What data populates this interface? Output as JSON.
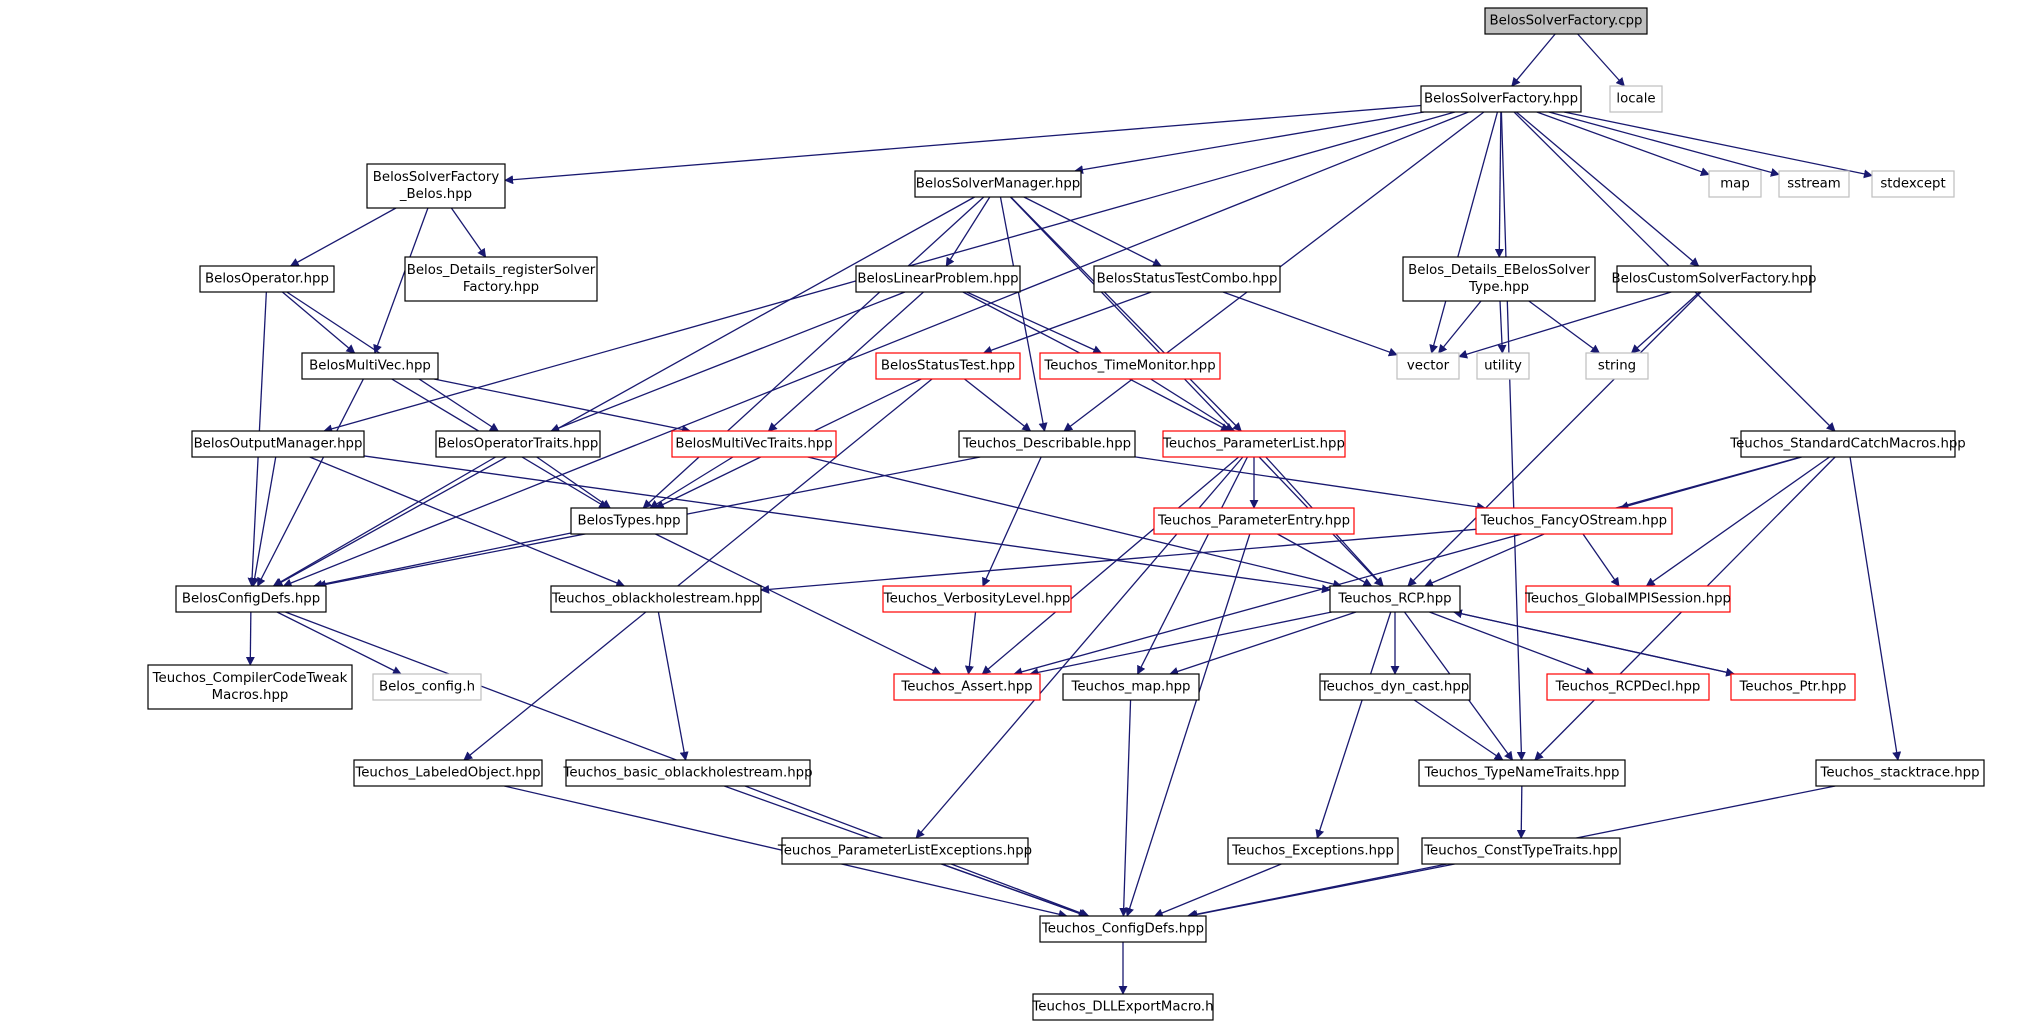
{
  "colors": {
    "edge": "#191970",
    "border_normal": "#000000",
    "border_truncated": "#ff0000",
    "border_external": "#bfbfbf",
    "fill_root": "#bfbfbf",
    "fill_default": "#ffffff"
  },
  "nodes": [
    {
      "id": "n0",
      "lines": [
        "BelosSolverFactory.cpp"
      ],
      "kind": "root"
    },
    {
      "id": "n1",
      "lines": [
        "BelosSolverFactory.hpp"
      ],
      "kind": "normal"
    },
    {
      "id": "n2",
      "lines": [
        "locale"
      ],
      "kind": "external"
    },
    {
      "id": "n3",
      "lines": [
        "BelosSolverFactory",
        "_Belos.hpp"
      ],
      "kind": "normal"
    },
    {
      "id": "n4",
      "lines": [
        "BelosSolverManager.hpp"
      ],
      "kind": "normal"
    },
    {
      "id": "n5",
      "lines": [
        "map"
      ],
      "kind": "external"
    },
    {
      "id": "n6",
      "lines": [
        "sstream"
      ],
      "kind": "external"
    },
    {
      "id": "n7",
      "lines": [
        "stdexcept"
      ],
      "kind": "external"
    },
    {
      "id": "n8",
      "lines": [
        "BelosOperator.hpp"
      ],
      "kind": "normal"
    },
    {
      "id": "n9",
      "lines": [
        "Belos_Details_registerSolver",
        "Factory.hpp"
      ],
      "kind": "normal"
    },
    {
      "id": "n10",
      "lines": [
        "BelosLinearProblem.hpp"
      ],
      "kind": "normal"
    },
    {
      "id": "n11",
      "lines": [
        "BelosStatusTestCombo.hpp"
      ],
      "kind": "normal"
    },
    {
      "id": "n12",
      "lines": [
        "Belos_Details_EBelosSolver",
        "Type.hpp"
      ],
      "kind": "normal"
    },
    {
      "id": "n13",
      "lines": [
        "BelosCustomSolverFactory.hpp"
      ],
      "kind": "normal"
    },
    {
      "id": "n14",
      "lines": [
        "BelosMultiVec.hpp"
      ],
      "kind": "normal"
    },
    {
      "id": "n15",
      "lines": [
        "BelosStatusTest.hpp"
      ],
      "kind": "truncated"
    },
    {
      "id": "n16",
      "lines": [
        "Teuchos_TimeMonitor.hpp"
      ],
      "kind": "truncated"
    },
    {
      "id": "n17",
      "lines": [
        "vector"
      ],
      "kind": "external"
    },
    {
      "id": "n18",
      "lines": [
        "utility"
      ],
      "kind": "external"
    },
    {
      "id": "n19",
      "lines": [
        "string"
      ],
      "kind": "external"
    },
    {
      "id": "n20",
      "lines": [
        "BelosOutputManager.hpp"
      ],
      "kind": "normal"
    },
    {
      "id": "n21",
      "lines": [
        "BelosOperatorTraits.hpp"
      ],
      "kind": "normal"
    },
    {
      "id": "n22",
      "lines": [
        "BelosMultiVecTraits.hpp"
      ],
      "kind": "truncated"
    },
    {
      "id": "n23",
      "lines": [
        "Teuchos_Describable.hpp"
      ],
      "kind": "normal"
    },
    {
      "id": "n24",
      "lines": [
        "Teuchos_ParameterList.hpp"
      ],
      "kind": "truncated"
    },
    {
      "id": "n25",
      "lines": [
        "Teuchos_StandardCatchMacros.hpp"
      ],
      "kind": "normal"
    },
    {
      "id": "n26",
      "lines": [
        "BelosTypes.hpp"
      ],
      "kind": "normal"
    },
    {
      "id": "n27",
      "lines": [
        "Teuchos_ParameterEntry.hpp"
      ],
      "kind": "truncated"
    },
    {
      "id": "n28",
      "lines": [
        "Teuchos_FancyOStream.hpp"
      ],
      "kind": "truncated"
    },
    {
      "id": "n29",
      "lines": [
        "BelosConfigDefs.hpp"
      ],
      "kind": "normal"
    },
    {
      "id": "n30",
      "lines": [
        "Teuchos_oblackholestream.hpp"
      ],
      "kind": "normal"
    },
    {
      "id": "n31",
      "lines": [
        "Teuchos_VerbosityLevel.hpp"
      ],
      "kind": "truncated"
    },
    {
      "id": "n32",
      "lines": [
        "Teuchos_RCP.hpp"
      ],
      "kind": "normal"
    },
    {
      "id": "n33",
      "lines": [
        "Teuchos_GlobalMPISession.hpp"
      ],
      "kind": "truncated"
    },
    {
      "id": "n34",
      "lines": [
        "Teuchos_CompilerCodeTweak",
        "Macros.hpp"
      ],
      "kind": "normal"
    },
    {
      "id": "n35",
      "lines": [
        "Belos_config.h"
      ],
      "kind": "external"
    },
    {
      "id": "n36",
      "lines": [
        "Teuchos_Assert.hpp"
      ],
      "kind": "truncated"
    },
    {
      "id": "n37",
      "lines": [
        "Teuchos_map.hpp"
      ],
      "kind": "normal"
    },
    {
      "id": "n38",
      "lines": [
        "Teuchos_dyn_cast.hpp"
      ],
      "kind": "normal"
    },
    {
      "id": "n39",
      "lines": [
        "Teuchos_RCPDecl.hpp"
      ],
      "kind": "truncated"
    },
    {
      "id": "n40",
      "lines": [
        "Teuchos_Ptr.hpp"
      ],
      "kind": "truncated"
    },
    {
      "id": "n41",
      "lines": [
        "Teuchos_LabeledObject.hpp"
      ],
      "kind": "normal"
    },
    {
      "id": "n42",
      "lines": [
        "Teuchos_basic_oblackholestream.hpp"
      ],
      "kind": "normal"
    },
    {
      "id": "n43",
      "lines": [
        "Teuchos_TypeNameTraits.hpp"
      ],
      "kind": "normal"
    },
    {
      "id": "n44",
      "lines": [
        "Teuchos_stacktrace.hpp"
      ],
      "kind": "normal"
    },
    {
      "id": "n45",
      "lines": [
        "Teuchos_ParameterListExceptions.hpp"
      ],
      "kind": "normal"
    },
    {
      "id": "n46",
      "lines": [
        "Teuchos_Exceptions.hpp"
      ],
      "kind": "normal"
    },
    {
      "id": "n47",
      "lines": [
        "Teuchos_ConstTypeTraits.hpp"
      ],
      "kind": "normal"
    },
    {
      "id": "n48",
      "lines": [
        "Teuchos_ConfigDefs.hpp"
      ],
      "kind": "normal"
    },
    {
      "id": "n49",
      "lines": [
        "Teuchos_DLLExportMacro.h"
      ],
      "kind": "normal"
    }
  ],
  "edges": [
    [
      "n0",
      "n1"
    ],
    [
      "n0",
      "n2"
    ],
    [
      "n1",
      "n3"
    ],
    [
      "n1",
      "n4"
    ],
    [
      "n1",
      "n5"
    ],
    [
      "n1",
      "n6"
    ],
    [
      "n1",
      "n7"
    ],
    [
      "n1",
      "n12"
    ],
    [
      "n1",
      "n13"
    ],
    [
      "n1",
      "n17"
    ],
    [
      "n1",
      "n20"
    ],
    [
      "n1",
      "n23"
    ],
    [
      "n1",
      "n25"
    ],
    [
      "n1",
      "n29"
    ],
    [
      "n1",
      "n43"
    ],
    [
      "n3",
      "n8"
    ],
    [
      "n3",
      "n9"
    ],
    [
      "n3",
      "n14"
    ],
    [
      "n4",
      "n10"
    ],
    [
      "n4",
      "n11"
    ],
    [
      "n4",
      "n23"
    ],
    [
      "n4",
      "n24"
    ],
    [
      "n4",
      "n26"
    ],
    [
      "n4",
      "n29"
    ],
    [
      "n4",
      "n32"
    ],
    [
      "n8",
      "n14"
    ],
    [
      "n8",
      "n21"
    ],
    [
      "n8",
      "n29"
    ],
    [
      "n10",
      "n21"
    ],
    [
      "n10",
      "n22"
    ],
    [
      "n10",
      "n24"
    ],
    [
      "n10",
      "n16"
    ],
    [
      "n11",
      "n15"
    ],
    [
      "n11",
      "n17"
    ],
    [
      "n12",
      "n17"
    ],
    [
      "n12",
      "n18"
    ],
    [
      "n12",
      "n19"
    ],
    [
      "n13",
      "n17"
    ],
    [
      "n13",
      "n19"
    ],
    [
      "n13",
      "n32"
    ],
    [
      "n14",
      "n22"
    ],
    [
      "n14",
      "n26"
    ],
    [
      "n14",
      "n29"
    ],
    [
      "n15",
      "n23"
    ],
    [
      "n15",
      "n26"
    ],
    [
      "n15",
      "n41"
    ],
    [
      "n16",
      "n24"
    ],
    [
      "n20",
      "n29"
    ],
    [
      "n20",
      "n30"
    ],
    [
      "n20",
      "n32"
    ],
    [
      "n21",
      "n26"
    ],
    [
      "n21",
      "n29"
    ],
    [
      "n22",
      "n26"
    ],
    [
      "n22",
      "n32"
    ],
    [
      "n23",
      "n28"
    ],
    [
      "n23",
      "n29"
    ],
    [
      "n23",
      "n31"
    ],
    [
      "n24",
      "n27"
    ],
    [
      "n24",
      "n32"
    ],
    [
      "n24",
      "n36"
    ],
    [
      "n24",
      "n37"
    ],
    [
      "n24",
      "n45"
    ],
    [
      "n25",
      "n28"
    ],
    [
      "n25",
      "n33"
    ],
    [
      "n25",
      "n36"
    ],
    [
      "n25",
      "n43"
    ],
    [
      "n25",
      "n44"
    ],
    [
      "n26",
      "n29"
    ],
    [
      "n26",
      "n36"
    ],
    [
      "n27",
      "n32"
    ],
    [
      "n27",
      "n48"
    ],
    [
      "n28",
      "n30"
    ],
    [
      "n28",
      "n32"
    ],
    [
      "n28",
      "n33"
    ],
    [
      "n29",
      "n34"
    ],
    [
      "n29",
      "n35"
    ],
    [
      "n29",
      "n48"
    ],
    [
      "n30",
      "n42"
    ],
    [
      "n31",
      "n36"
    ],
    [
      "n32",
      "n36"
    ],
    [
      "n32",
      "n37"
    ],
    [
      "n32",
      "n38"
    ],
    [
      "n32",
      "n39"
    ],
    [
      "n32",
      "n40"
    ],
    [
      "n32",
      "n43"
    ],
    [
      "n32",
      "n46"
    ],
    [
      "n37",
      "n48"
    ],
    [
      "n38",
      "n43"
    ],
    [
      "n40",
      "n32"
    ],
    [
      "n41",
      "n48"
    ],
    [
      "n42",
      "n48"
    ],
    [
      "n43",
      "n47"
    ],
    [
      "n44",
      "n48"
    ],
    [
      "n45",
      "n48"
    ],
    [
      "n46",
      "n48"
    ],
    [
      "n47",
      "n48"
    ],
    [
      "n48",
      "n49"
    ]
  ]
}
